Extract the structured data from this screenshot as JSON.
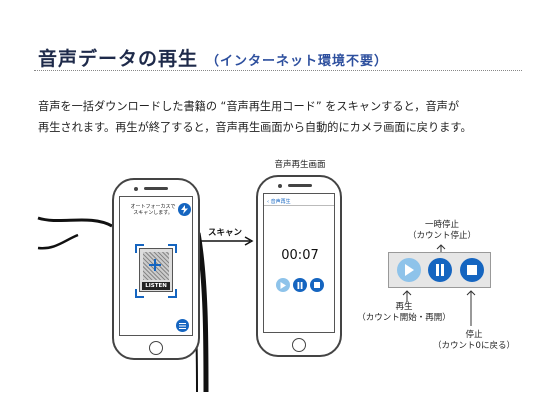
{
  "header": {
    "title": "音声データの再生",
    "subtitle": "（インターネット環境不要）"
  },
  "description": {
    "line1": "音声を一括ダウンロードした書籍の “音声再生用コード” をスキャンすると，音声が",
    "line2": "再生されます。再生が終了すると，音声再生画面から自動的にカメラ画面に戻ります。"
  },
  "scan_phone": {
    "hint_line1": "オートフォーカスで",
    "hint_line2": "スキャンします。",
    "code_logo": "LISTEN",
    "action_label": "スキャン"
  },
  "player_phone": {
    "screen_caption": "音声再生画面",
    "back_label": "‹ 音声再生",
    "time": "00:07"
  },
  "controls_panel": {
    "pause_label_line1": "一時停止",
    "pause_label_line2": "（カウント停止）",
    "play_label_line1": "再生",
    "play_label_line2": "（カウント開始・再開）",
    "stop_label_line1": "停止",
    "stop_label_line2": "（カウント0に戻る）"
  },
  "colors": {
    "accent_blue": "#1565c0",
    "play_light_blue": "#8ec3ea",
    "title_navy": "#1e2a4a",
    "subtitle_blue": "#2d4f9e"
  }
}
